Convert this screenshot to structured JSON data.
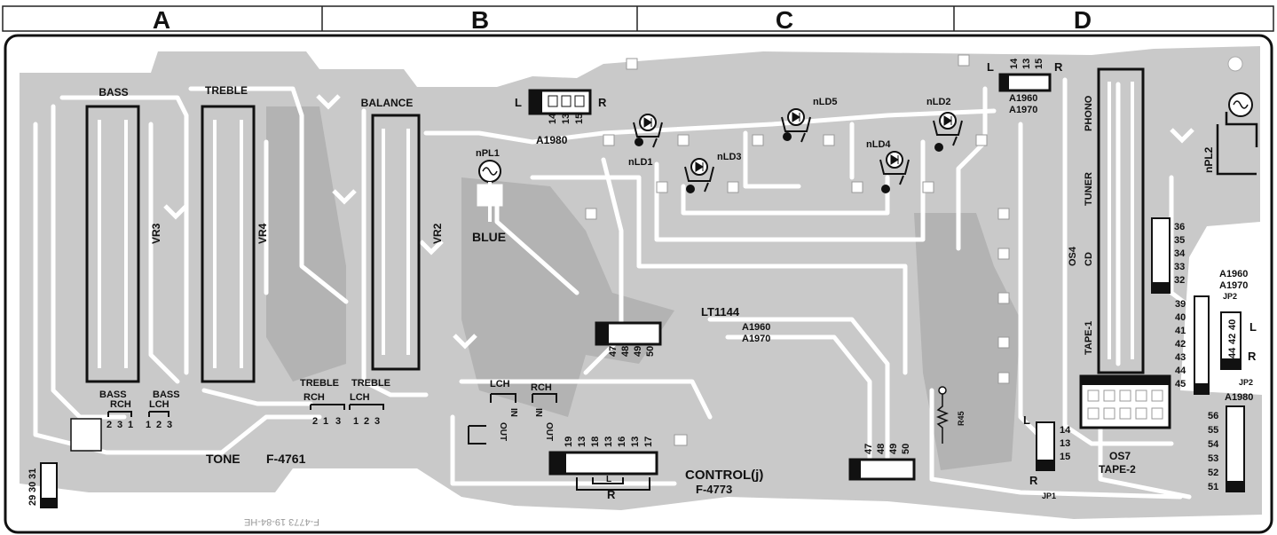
{
  "zones": [
    "A",
    "B",
    "C",
    "D"
  ],
  "labels": {
    "bass": "BASS",
    "treble": "TREBLE",
    "balance": "BALANCE",
    "vr3": "VR3",
    "vr4": "VR4",
    "vr2": "VR2",
    "npl1": "nPL1",
    "blue": "BLUE",
    "a1980_top": "A1980",
    "ld1": "nLD1",
    "ld3": "nLD3",
    "ld5": "nLD5",
    "ld4": "nLD4",
    "ld2": "nLD2",
    "a1960_top": "A1960",
    "a1970_top": "A1970",
    "phono": "PHONO",
    "tuner": "TUNER",
    "cd": "CD",
    "tape1": "TAPE-1",
    "os4": "OS4",
    "npl2": "nPL2",
    "a1960_jp2": "A1960",
    "a1970_jp2": "A1970",
    "jp2_top": "JP2",
    "jp2_bottom": "JP2",
    "a1980_right": "A1980",
    "os7": "OS7",
    "tape2": "TAPE-2",
    "jp1": "JP1",
    "r45": "R45",
    "lt1144": "LT1144",
    "a1960_mid": "A1960",
    "a1970_mid": "A1970",
    "control": "CONTROL(j)",
    "f4773": "F-4773",
    "tone": "TONE",
    "f4761": "F-4761",
    "bass_rch_small": "BASS",
    "rch": "RCH",
    "bass_lch_small": "BASS",
    "lch": "LCH",
    "treble_rch_small": "TREBLE",
    "treble_lch_small": "TREBLE",
    "lch_control": "LCH",
    "rch_control": "RCH",
    "out1": "OUT",
    "in1": "IN",
    "in2": "IN",
    "out2": "OUT",
    "r_control": "R",
    "l_control": "L",
    "l_top": "L",
    "r_top": "R",
    "l_os": "L",
    "r_os": "R",
    "l_jp1": "L",
    "r_jp1": "R",
    "l_jp2": "L",
    "r_jp2": "R",
    "stamp": "F-4773 19-84-HE"
  },
  "pins": {
    "a1980": [
      "14",
      "13",
      "15"
    ],
    "a1960_top": [
      "14",
      "13",
      "15"
    ],
    "bass_rch": [
      "2",
      "3",
      "1"
    ],
    "bass_lch": [
      "1",
      "2",
      "3"
    ],
    "treble_rch": [
      "2",
      "1",
      "3"
    ],
    "treble_lch": [
      "1",
      "2",
      "3"
    ],
    "left_conn": [
      "29",
      "30",
      "31"
    ],
    "lt1144": [
      "47",
      "48",
      "49",
      "50"
    ],
    "control": [
      "19",
      "13",
      "18",
      "13",
      "16",
      "13",
      "17"
    ],
    "mid_conn": [
      "47",
      "48",
      "49",
      "50"
    ],
    "jp1": [
      "14",
      "13",
      "15"
    ],
    "os4_right": [
      "36",
      "35",
      "34",
      "33",
      "32"
    ],
    "tape_col": [
      "39",
      "40",
      "41",
      "42",
      "43",
      "44",
      "45"
    ],
    "jp2": [
      "40",
      "42",
      "44"
    ],
    "bottom_right": [
      "56",
      "55",
      "54",
      "53",
      "52",
      "51"
    ]
  }
}
